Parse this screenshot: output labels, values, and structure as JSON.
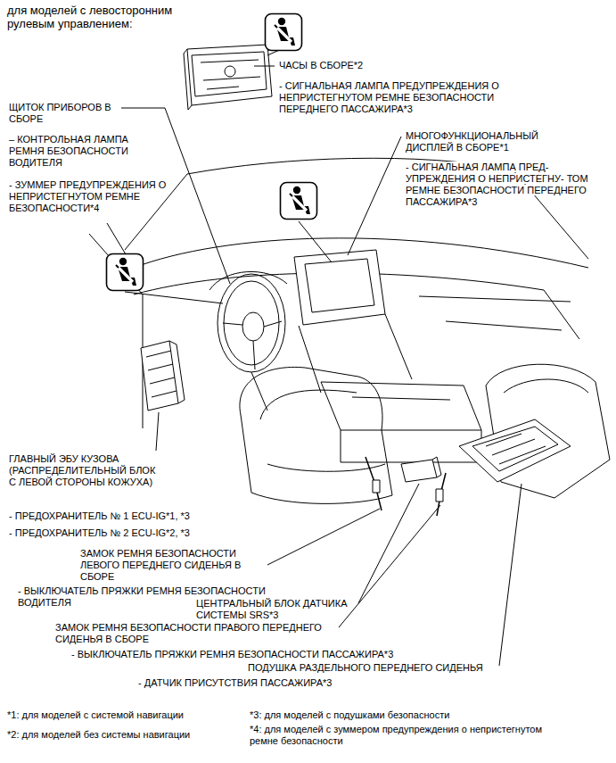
{
  "diagram": {
    "title": "для моделей с левосторонним рулевым управлением:",
    "labels": [
      "ЧАСЫ В СБОРЕ*2",
      "- СИГНАЛЬНАЯ ЛАМПА ПРЕДУПРЕЖДЕНИЯ О НЕПРИСТЕГНУТОМ РЕМНЕ БЕЗОПАСНОСТИ ПЕРЕДНЕГО ПАССАЖИРА*3",
      "ЩИТОК ПРИБОРОВ В СБОРЕ",
      "– КОНТРОЛЬНАЯ ЛАМПА РЕМНЯ БЕЗОПАСНОСТИ ВОДИТЕЛЯ",
      "- ЗУММЕР ПРЕДУПРЕЖДЕНИЯ О НЕПРИСТЕГНУТОМ РЕМНЕ БЕЗОПАСНОСТИ*4",
      "МНОГОФУНКЦИОНАЛЬНЫЙ ДИСПЛЕЙ В СБОРЕ*1",
      "- СИГНАЛЬНАЯ ЛАМПА ПРЕД- УПРЕЖДЕНИЯ О НЕПРИСТЕГНУ- ТОМ РЕМНЕ БЕЗОПАСНОСТИ ПЕРЕДНЕГО ПАССАЖИРА*3",
      "ГЛАВНЫЙ ЭБУ КУЗОВА (РАСПРЕДЕЛИТЕЛЬНЫЙ БЛОК С ЛЕВОЙ СТОРОНЫ КОЖУХА)",
      "- ПРЕДОХРАНИТЕЛЬ № 1 ECU-IG*1, *3",
      "- ПРЕДОХРАНИТЕЛЬ № 2 ECU-IG*2, *3",
      "ЗАМОК РЕМНЯ БЕЗОПАСНОСТИ ЛЕВОГО ПЕРЕДНЕГО СИДЕНЬЯ В СБОРЕ",
      "- ВЫКЛЮЧАТЕЛЬ ПРЯЖКИ РЕМНЯ БЕЗОПАСНОСТИ ВОДИТЕЛЯ",
      "ЦЕНТРАЛЬНЫЙ БЛОК ДАТЧИКА СИСТЕМЫ SRS*3",
      "ЗАМОК РЕМНЯ БЕЗОПАСНОСТИ ПРАВОГО ПЕРЕДНЕГО СИДЕНЬЯ В СБОРЕ",
      "- ВЫКЛЮЧАТЕЛЬ ПРЯЖКИ РЕМНЯ БЕЗОПАСНОСТИ ПАССАЖИРА*3",
      "ПОДУШКА РАЗДЕЛЬНОГО ПЕРЕДНЕГО СИДЕНЬЯ",
      "- ДАТЧИК ПРИСУТСТВИЯ ПАССАЖИРА*3",
      "*1: для моделей с системой навигации",
      "*2: для моделей без системы навигации",
      "*3: для моделей с подушками безопасности",
      "*4: для моделей с зуммером предупреждения о непристегнутом ремне безопасности"
    ]
  }
}
